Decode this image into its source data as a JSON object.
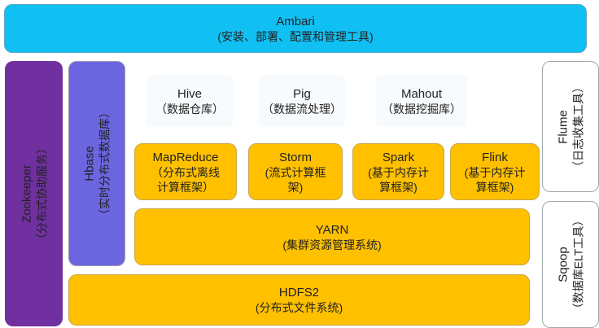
{
  "ambari": {
    "name": "Ambari",
    "desc": "(安装、部署、配置和管理工具)"
  },
  "zookeeper": {
    "name": "Zookeeper",
    "desc": "（分布式协助服务）"
  },
  "hbase": {
    "name": "Hbase",
    "desc": "（实时分布式数据库）"
  },
  "hive": {
    "name": "Hive",
    "desc": "（数据仓库）"
  },
  "pig": {
    "name": "Pig",
    "desc": "（数据流处理）"
  },
  "mahout": {
    "name": "Mahout",
    "desc": "（数据挖掘库）"
  },
  "mapreduce": {
    "name": "MapReduce",
    "desc1": "（分布式离线",
    "desc2": "计算框架）"
  },
  "storm": {
    "name": "Storm",
    "desc1": "(流式计算框",
    "desc2": "架)"
  },
  "spark": {
    "name": "Spark",
    "desc1": "(基于内存计",
    "desc2": "算框架)"
  },
  "flink": {
    "name": "Flink",
    "desc1": "(基于内存计",
    "desc2": "算框架)"
  },
  "yarn": {
    "name": "YARN",
    "desc": "(集群资源管理系统)"
  },
  "hdfs": {
    "name": "HDFS2",
    "desc": "(分布式文件系统)"
  },
  "flume": {
    "name": "Flume",
    "desc": "（日志收集工具）"
  },
  "sqoop": {
    "name": "Sqoop",
    "desc": "（数据库ELT工具）"
  },
  "colors": {
    "ambari": "#11c0f2",
    "zookeeper": "#7030a0",
    "hbase": "#6b66e0",
    "yellow": "#ffc000"
  }
}
